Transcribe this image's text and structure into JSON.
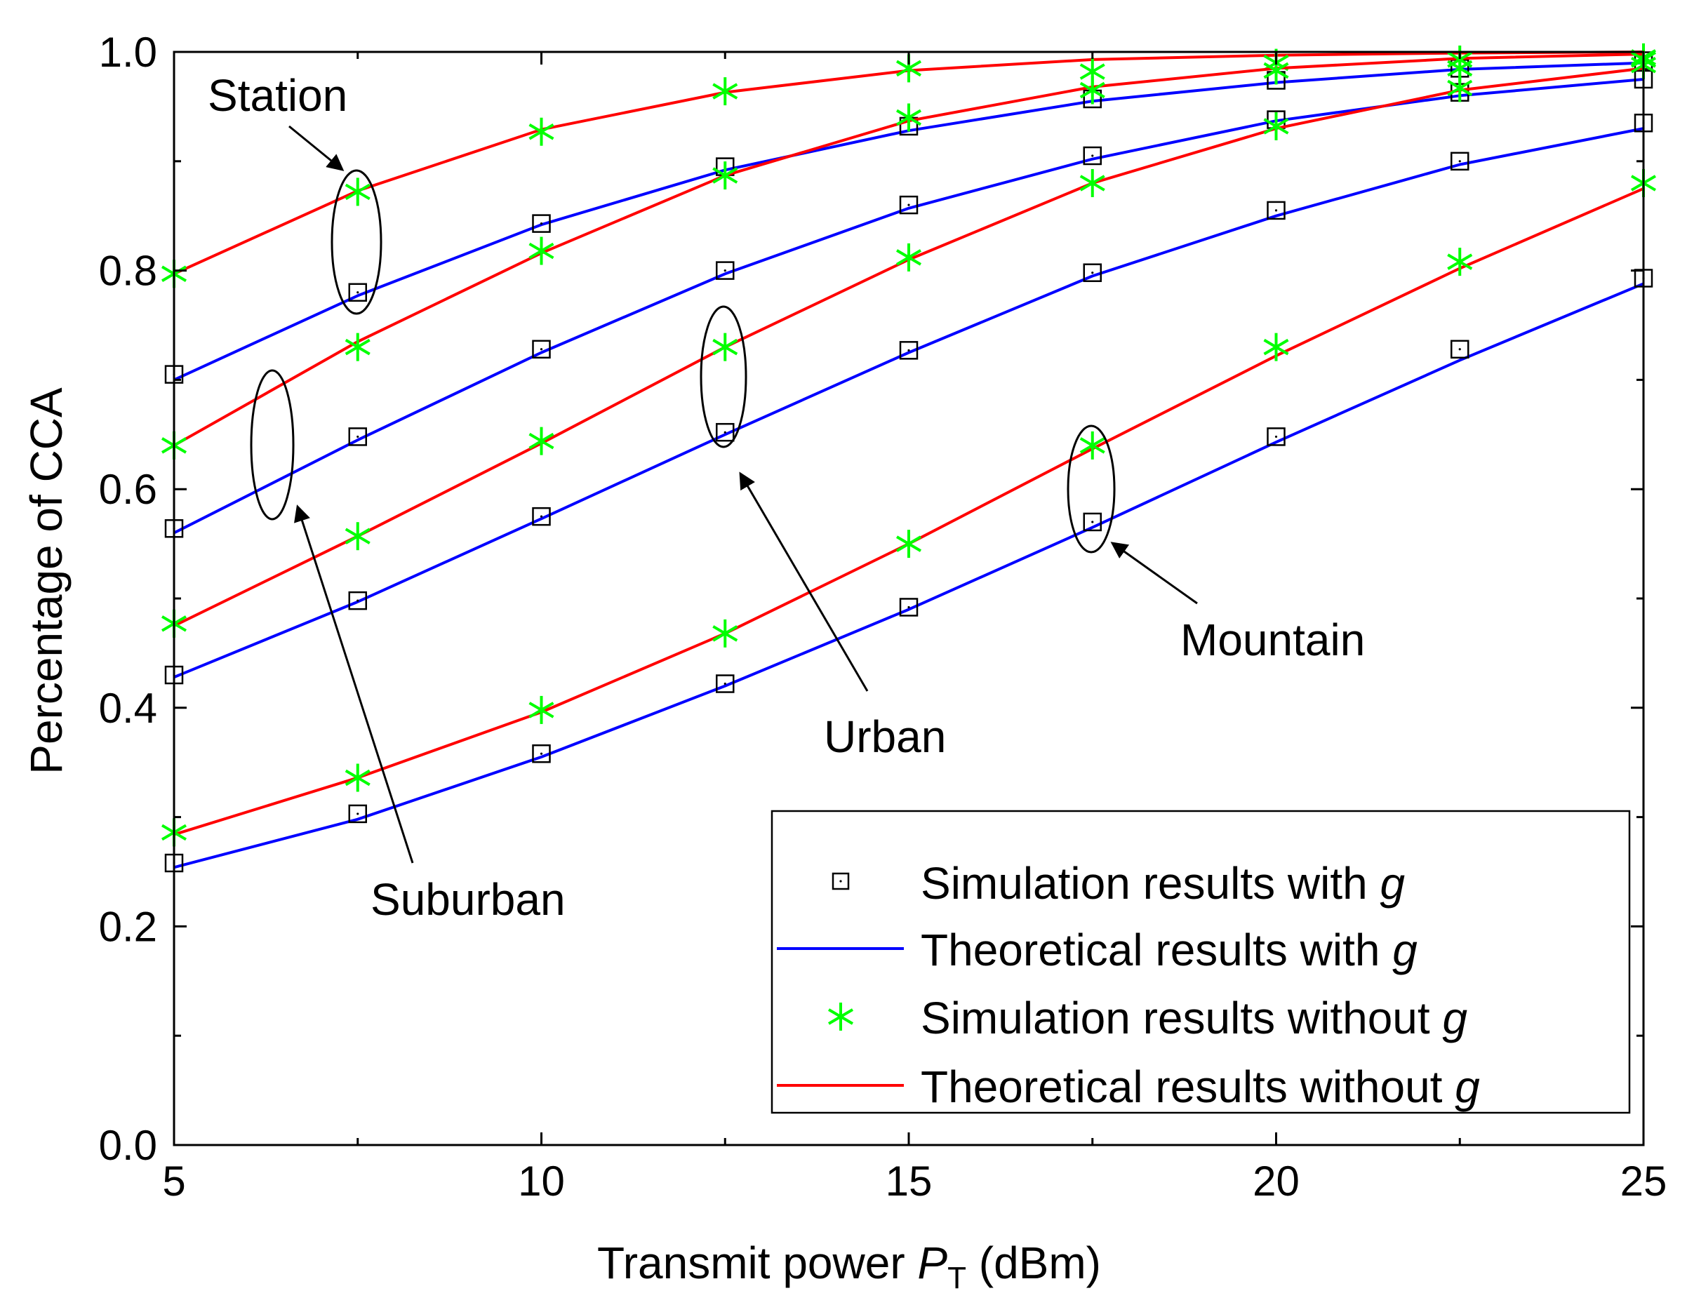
{
  "chart_data": {
    "type": "line",
    "xlabel": {
      "main": "Transmit power ",
      "var": "P",
      "sub": "T",
      "unit": " (dBm)"
    },
    "ylabel": "Percentage of CCA",
    "xlim": [
      5,
      25
    ],
    "ylim": [
      0.0,
      1.0
    ],
    "xticks": [
      5,
      10,
      15,
      20,
      25
    ],
    "xtick_labels": [
      "5",
      "10",
      "15",
      "20",
      "25"
    ],
    "yticks": [
      0.0,
      0.2,
      0.4,
      0.6,
      0.8,
      1.0
    ],
    "ytick_labels": [
      "0.0",
      "0.2",
      "0.4",
      "0.6",
      "0.8",
      "1.0"
    ],
    "grid": false,
    "legend_position": "bottom-right",
    "legend": [
      {
        "label": "Simulation results with ",
        "var": "g",
        "marker": "square",
        "color": "#000000"
      },
      {
        "label": "Theoretical results with ",
        "var": "g",
        "line": true,
        "color": "#0000ff"
      },
      {
        "label": "Simulation results without ",
        "var": "g",
        "marker": "asterisk",
        "color": "#00ff00"
      },
      {
        "label": "Theoretical results without ",
        "var": "g",
        "line": true,
        "color": "#ff0000"
      }
    ],
    "x": [
      5,
      7.5,
      10,
      12.5,
      15,
      17.5,
      20,
      22.5,
      25
    ],
    "scenarios": [
      {
        "name": "Station",
        "theory_with": [
          0.7,
          0.777,
          0.842,
          0.892,
          0.928,
          0.955,
          0.972,
          0.984,
          0.99
        ],
        "sim_with": [
          0.705,
          0.78,
          0.843,
          0.895,
          0.932,
          0.957,
          0.974,
          0.985,
          0.992
        ],
        "theory_without": [
          0.797,
          0.873,
          0.929,
          0.963,
          0.983,
          0.993,
          0.997,
          0.999,
          1.0
        ],
        "sim_without": [
          0.797,
          0.872,
          0.927,
          0.964,
          0.985,
          0.982,
          0.99,
          0.985,
          0.995
        ]
      },
      {
        "name": "Suburban",
        "theory_with": [
          0.56,
          0.645,
          0.725,
          0.797,
          0.857,
          0.902,
          0.937,
          0.96,
          0.975
        ],
        "sim_with": [
          0.564,
          0.648,
          0.728,
          0.8,
          0.86,
          0.905,
          0.938,
          0.963,
          0.975
        ],
        "theory_without": [
          0.64,
          0.735,
          0.816,
          0.887,
          0.937,
          0.968,
          0.985,
          0.994,
          0.998
        ],
        "sim_without": [
          0.64,
          0.73,
          0.818,
          0.887,
          0.94,
          0.965,
          0.983,
          0.993,
          0.993
        ]
      },
      {
        "name": "Urban",
        "theory_with": [
          0.428,
          0.497,
          0.573,
          0.65,
          0.725,
          0.795,
          0.85,
          0.897,
          0.93
        ],
        "sim_with": [
          0.43,
          0.498,
          0.575,
          0.652,
          0.727,
          0.798,
          0.855,
          0.9,
          0.935
        ],
        "theory_without": [
          0.475,
          0.557,
          0.642,
          0.73,
          0.81,
          0.88,
          0.93,
          0.965,
          0.985
        ],
        "sim_without": [
          0.477,
          0.557,
          0.644,
          0.73,
          0.812,
          0.88,
          0.932,
          0.967,
          0.988
        ]
      },
      {
        "name": "Mountain",
        "theory_with": [
          0.254,
          0.298,
          0.355,
          0.42,
          0.49,
          0.565,
          0.643,
          0.718,
          0.788
        ],
        "sim_with": [
          0.258,
          0.303,
          0.358,
          0.422,
          0.492,
          0.57,
          0.648,
          0.728,
          0.793
        ],
        "theory_without": [
          0.284,
          0.336,
          0.396,
          0.468,
          0.55,
          0.637,
          0.722,
          0.802,
          0.875
        ],
        "sim_without": [
          0.286,
          0.336,
          0.398,
          0.468,
          0.55,
          0.64,
          0.73,
          0.808,
          0.88
        ]
      }
    ],
    "annotations": [
      "Station",
      "Suburban",
      "Urban",
      "Mountain"
    ]
  }
}
